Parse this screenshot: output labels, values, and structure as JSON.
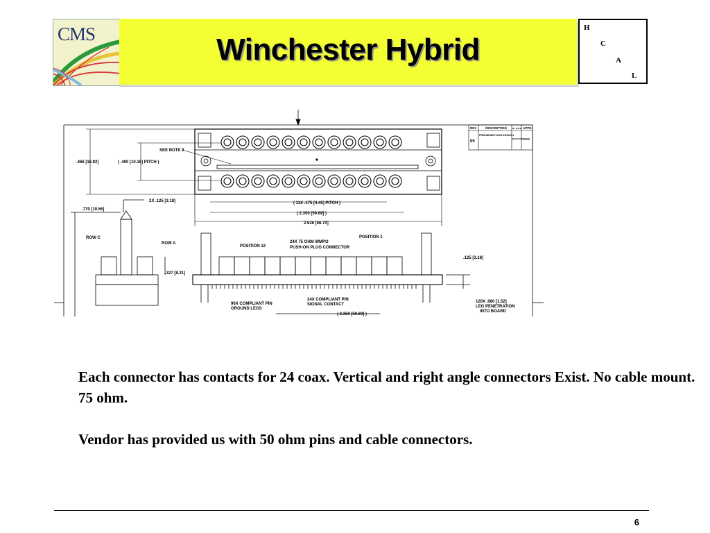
{
  "slide": {
    "title": "Winchester Hybrid",
    "page_number": "6",
    "body": [
      "Each connector has contacts for 24 coax.  Vertical and right angle connectors Exist.  No cable mount.  75 ohm.",
      "Vendor has provided us with 50 ohm pins and cable connectors."
    ]
  },
  "logos": {
    "cms_text": "CMS",
    "hcal_letters": [
      "H",
      "C",
      "A",
      "L"
    ]
  },
  "drawing": {
    "labels": {
      "see_note": "SEE NOTE 9",
      "dim_466": ".466 [16.92]",
      "pitch_400": "( .400 [10.16] PITCH )",
      "pitch_11x": "( 11X .175 [4.45] PITCH )",
      "dim_2350": "( 2.350 [59.69] )",
      "dim_2626": "2.626 [66.70]",
      "dim_770": ".770 [19.56]",
      "dim_2x125": "2X .125 [3.18]",
      "row_c": "ROW C",
      "row_a": "ROW A",
      "dim_327": ".327 [8.31]",
      "position_12": "POSITION 12",
      "wmpo_1": "24X 75 OHM WMPO",
      "wmpo_2": "PUSH-ON PLUG CONNECTOR",
      "position_1": "POSITION 1",
      "dim_125": ".125 [3.18]",
      "ground_1": "96X COMPLIANT PIN",
      "ground_2": "GROUND LEGS",
      "signal_1": "24X COMPLIANT PIN",
      "signal_2": "SIGNAL CONTACT",
      "leg_1": "120X .060 [1.52]",
      "leg_2": "LEG PENETRATION",
      "leg_3": "INTO BOARD",
      "dim_2350_bottom": "( 2.350 [59.69] )"
    },
    "rev_table": {
      "headers": [
        "REV",
        "DESCRIPTION",
        "BY DATE",
        "APPD"
      ],
      "row": [
        "05",
        "PRELIMINARY DWG ED4229-1",
        "BEAN 06/05",
        "XXX"
      ]
    }
  }
}
